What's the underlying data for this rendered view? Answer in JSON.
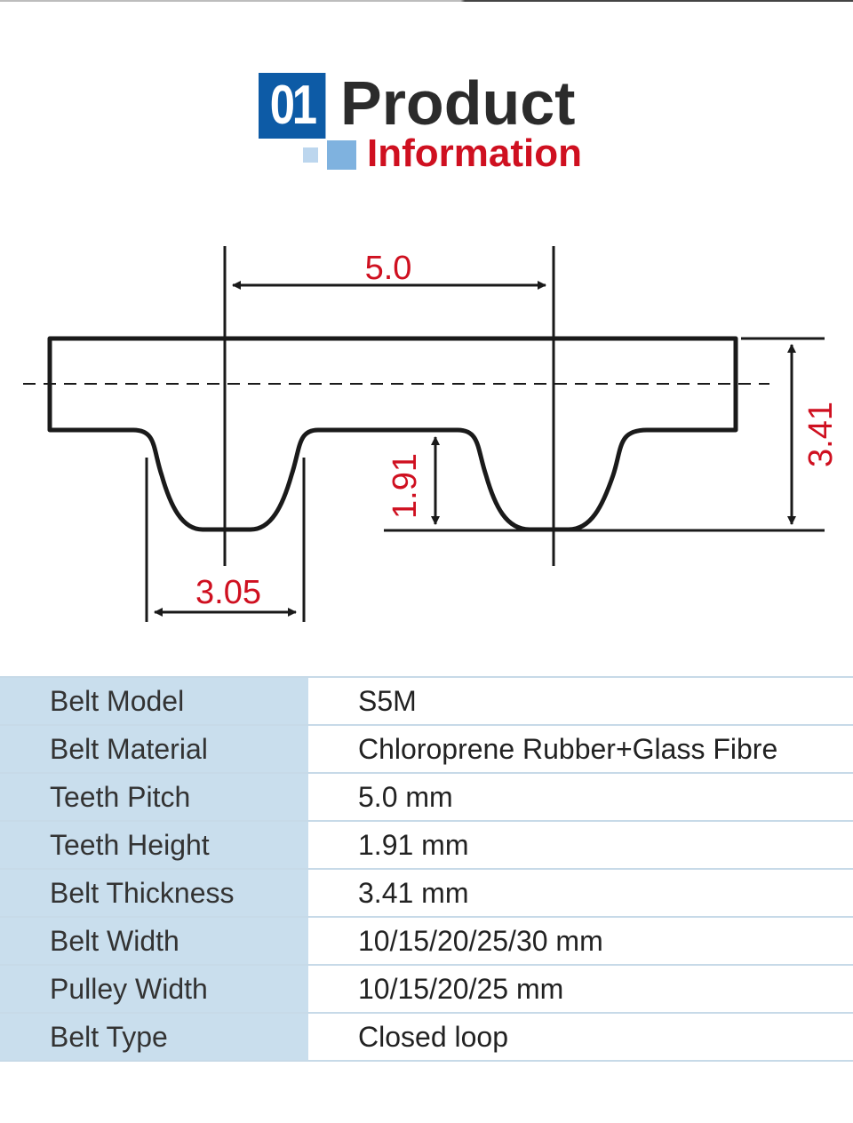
{
  "heading": {
    "number": "01",
    "title": "Product",
    "subtitle": "Information"
  },
  "diagram": {
    "dimensions": {
      "pitch": "5.0",
      "tooth_height": "1.91",
      "belt_thickness": "3.41",
      "tooth_width": "3.05"
    },
    "colors": {
      "outline": "#1a1a1a",
      "dimension_text": "#cf1020"
    }
  },
  "specs": [
    {
      "label": "Belt Model",
      "value": "S5M"
    },
    {
      "label": "Belt Material",
      "value": "Chloroprene Rubber+Glass Fibre"
    },
    {
      "label": "Teeth Pitch",
      "value": "5.0 mm"
    },
    {
      "label": "Teeth Height",
      "value": "1.91 mm"
    },
    {
      "label": "Belt Thickness",
      "value": "3.41 mm"
    },
    {
      "label": "Belt Width",
      "value": "10/15/20/25/30 mm"
    },
    {
      "label": "Pulley Width",
      "value": "10/15/20/25 mm"
    },
    {
      "label": "Belt Type",
      "value": "Closed loop"
    }
  ],
  "colors": {
    "badge_blue": "#0d5ba6",
    "accent_red": "#cf1020",
    "label_cell_bg": "#c9deed",
    "title_text": "#2b2b2b"
  }
}
